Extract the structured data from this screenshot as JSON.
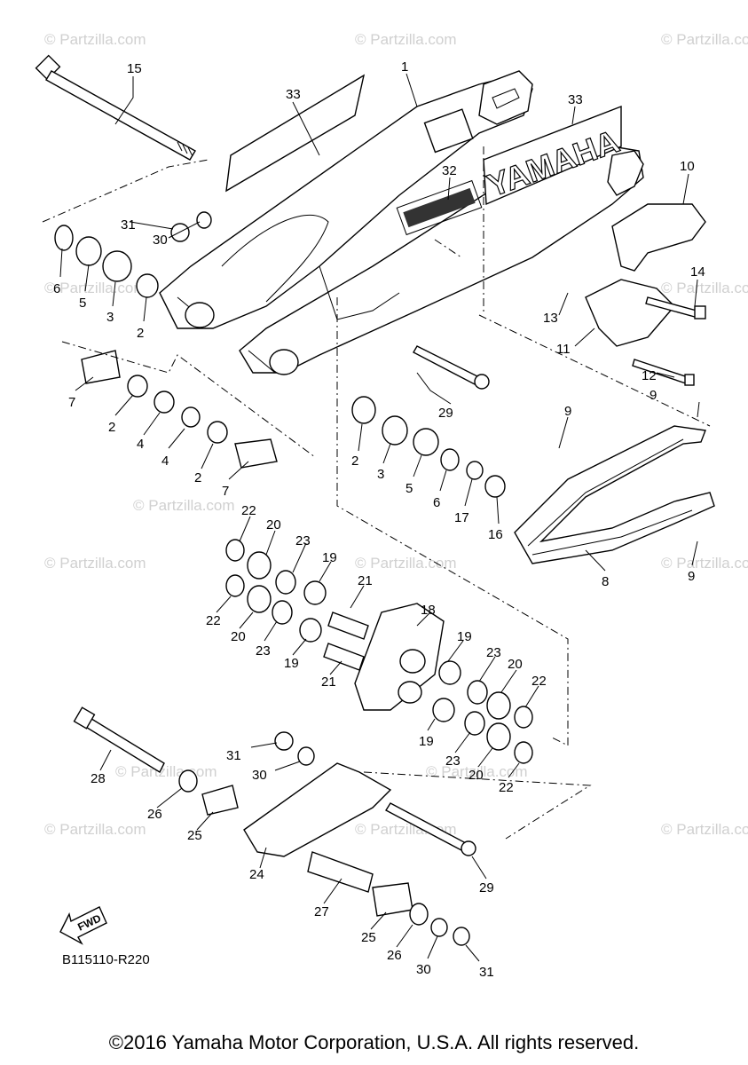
{
  "diagram": {
    "ref_code": "B115110-R220",
    "fwd_label": "FWD",
    "brand_decal": "YAMAHA",
    "watermark_text": "© Partzilla.com",
    "center_watermark": "© Partzilla.com",
    "copyright": "©2016 Yamaha Motor Corporation, U.S.A. All rights reserved.",
    "callouts": [
      "1",
      "2",
      "3",
      "4",
      "5",
      "6",
      "7",
      "8",
      "9",
      "10",
      "11",
      "12",
      "13",
      "14",
      "15",
      "16",
      "17",
      "18",
      "19",
      "20",
      "21",
      "22",
      "23",
      "24",
      "25",
      "26",
      "27",
      "28",
      "29",
      "30",
      "31",
      "32",
      "33"
    ]
  }
}
